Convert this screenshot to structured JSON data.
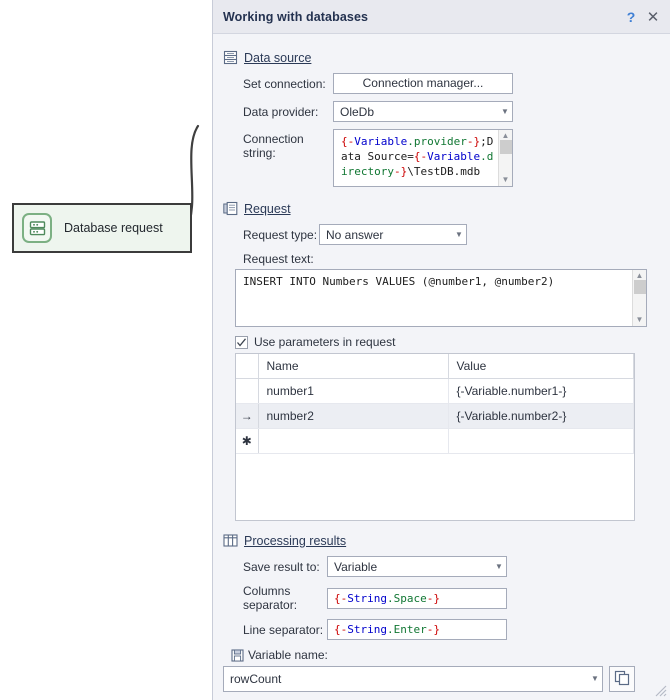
{
  "canvas": {
    "node": {
      "label": "Database request",
      "icon": "database-icon",
      "fill": "#eef5ee",
      "border": "#3b3b3b",
      "icon_color": "#7cb083"
    },
    "connector": "curved-connector"
  },
  "dialog": {
    "title": "Working with databases",
    "help_label": "?",
    "close_label": "✕",
    "sections": {
      "data_source": {
        "title": "Data source",
        "icon": "database-list-icon",
        "set_connection_label": "Set connection:",
        "connection_manager_button": "Connection manager...",
        "data_provider_label": "Data provider:",
        "data_provider_value": "OleDb",
        "connection_string_label": "Connection string:",
        "connection_string_value": "Provider={-Variable.provider-};Data Source={-Variable.directory-}\\TestDB.mdb"
      },
      "request": {
        "title": "Request",
        "icon": "document-icon",
        "request_type_label": "Request type:",
        "request_type_value": "No answer",
        "request_text_label": "Request text:",
        "request_text_value": "INSERT INTO Numbers VALUES (@number1, @number2)",
        "use_parameters_label": "Use parameters in request",
        "use_parameters_checked": true,
        "grid": {
          "columns": [
            "Name",
            "Value"
          ],
          "rows": [
            {
              "selector": "",
              "name": "number1",
              "value": "{-Variable.number1-}",
              "current": false
            },
            {
              "selector": "→",
              "name": "number2",
              "value": "{-Variable.number2-}",
              "current": true
            },
            {
              "selector": "✱",
              "name": "",
              "value": "",
              "current": false
            }
          ]
        }
      },
      "processing_results": {
        "title": "Processing results",
        "icon": "table-icon",
        "save_result_label": "Save result to:",
        "save_result_value": "Variable",
        "columns_separator_label": "Columns separator:",
        "columns_separator_value": "{-String.Space-}",
        "line_separator_label": "Line separator:",
        "line_separator_value": "{-String.Enter-}",
        "variable_name_label": "Variable name:",
        "variable_name_icon": "save-icon",
        "variable_name_value": "rowCount",
        "copy_button_icon": "copy-icon"
      }
    }
  },
  "colors": {
    "dialog_bg": "#f3f4f8",
    "titlebar_bg": "#e8e9ef",
    "title_text": "#243250",
    "accent_help": "#3f7fd4",
    "syntax_bracket": "#cc0000",
    "syntax_object": "#0000cc",
    "syntax_property": "#117733",
    "node_fill": "#eef5ee"
  }
}
